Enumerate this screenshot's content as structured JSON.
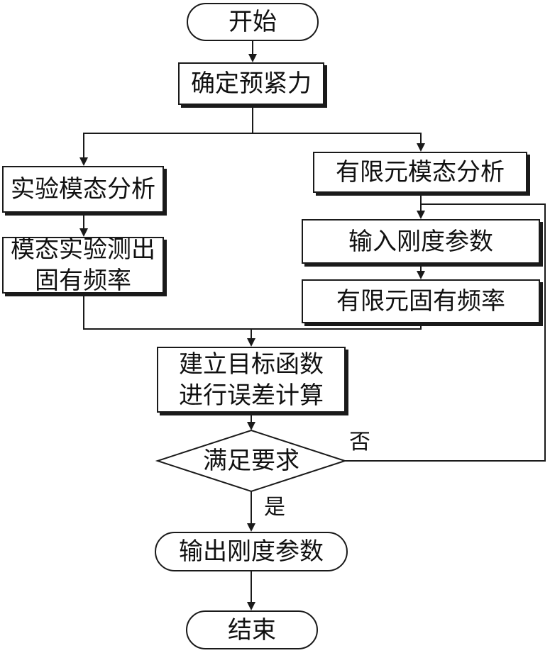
{
  "flowchart": {
    "start": "开始",
    "step_pretension": "确定预紧力",
    "step_exp_modal": "实验模态分析",
    "step_fem_modal": "有限元模态分析",
    "step_measure_freq": "模态实验测出\n固有频率",
    "step_input_stiffness": "输入刚度参数",
    "step_fem_freq": "有限元固有频率",
    "step_objective": "建立目标函数\n进行误差计算",
    "decision": "满足要求",
    "label_no": "否",
    "label_yes": "是",
    "step_output": "输出刚度参数",
    "end": "结束"
  },
  "colors": {
    "stroke": "#1a1a1a",
    "fill": "#ffffff"
  }
}
